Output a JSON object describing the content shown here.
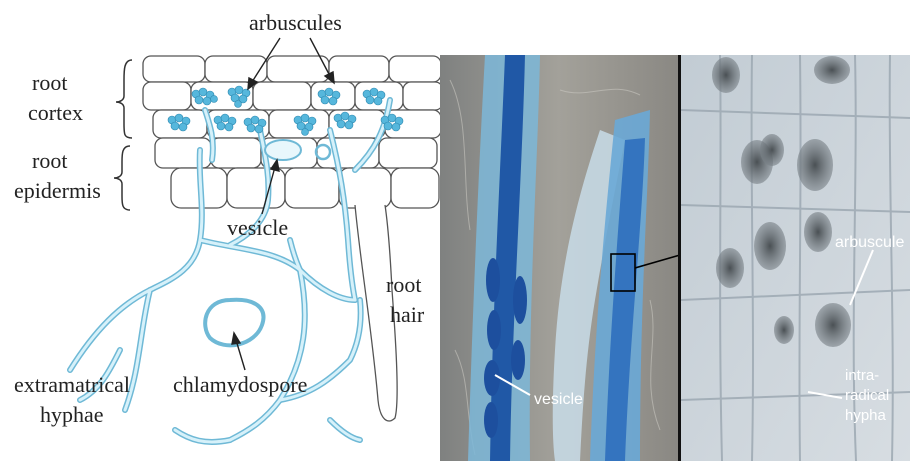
{
  "diagram": {
    "labels": {
      "arbuscules": "arbuscules",
      "root_cortex_line1": "root",
      "root_cortex_line2": "cortex",
      "root_epidermis_line1": "root",
      "root_epidermis_line2": "epidermis",
      "vesicle": "vesicle",
      "root_hair_line1": "root",
      "root_hair_line2": "hair",
      "chlamydospore": "chlamydospore",
      "extramatrical_line1": "extramatrical",
      "extramatrical_line2": "hyphae"
    },
    "colors": {
      "hypha": "#a9dff0",
      "hypha_edge": "#6fb9d6",
      "cell_edge": "#555555",
      "text": "#222222"
    }
  },
  "micrograph_left": {
    "labels": {
      "vesicle": "vesicle"
    },
    "colors": {
      "background": "#8c8a86",
      "stain": "#2f6fb4",
      "text": "#ffffff"
    }
  },
  "micrograph_right": {
    "labels": {
      "arbuscule": "arbuscule",
      "intraradical_line1": "intra-",
      "intraradical_line2": "radical",
      "intraradical_line3": "hypha"
    },
    "colors": {
      "background": "#c9d2da",
      "text": "#ffffff"
    }
  }
}
